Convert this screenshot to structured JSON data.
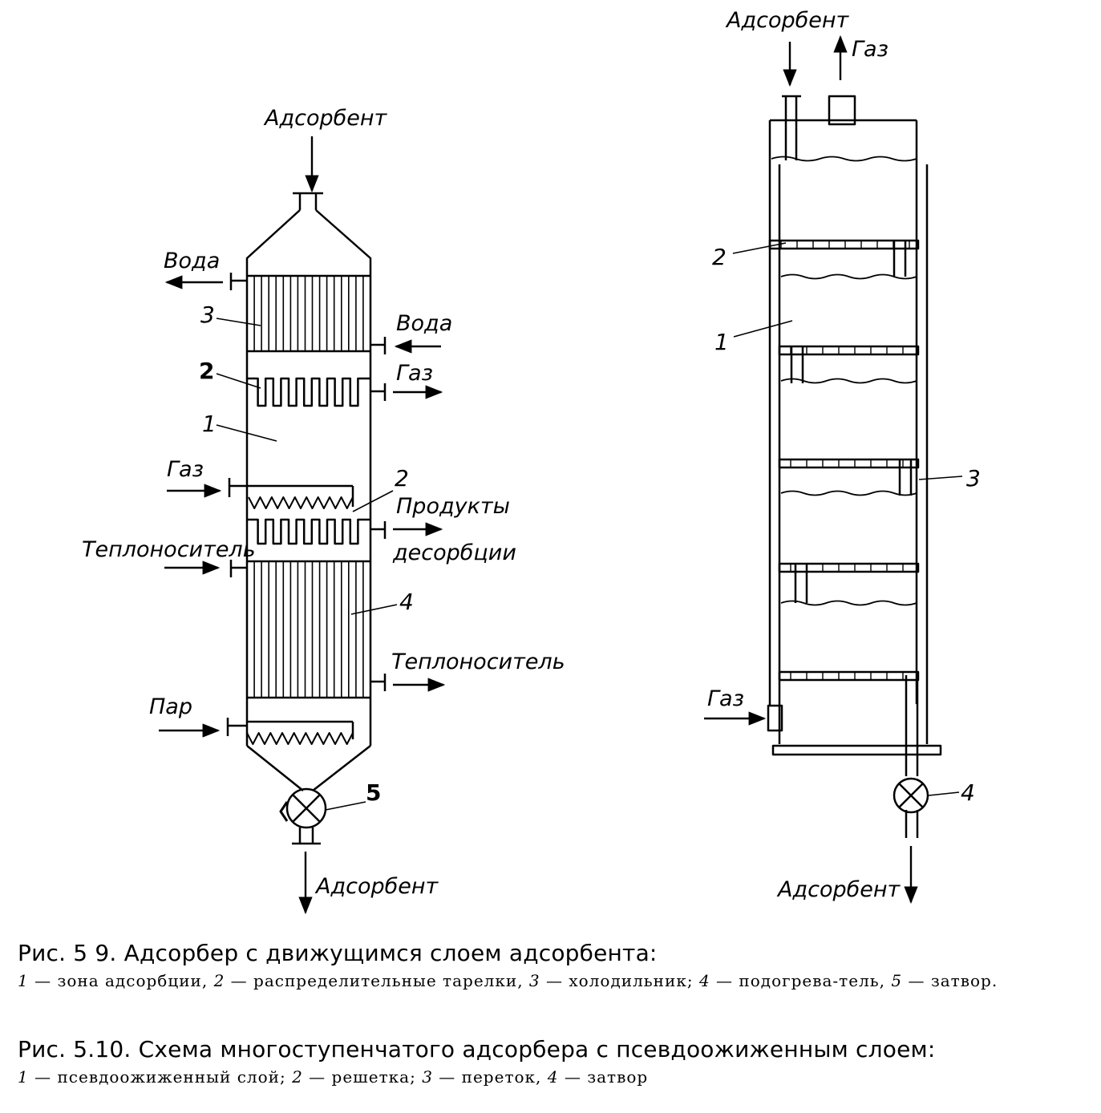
{
  "figure1": {
    "labels": {
      "adsorbent_in": "Адсорбент",
      "water_out": "Вода",
      "water_in": "Вода",
      "gas_out": "Газ",
      "gas_in": "Газ",
      "products_1": "Продукты",
      "products_2": "десорбции",
      "heat_in": "Теплоноситель",
      "heat_out": "Теплоноситель",
      "steam_in": "Пар",
      "adsorbent_out": "Адсорбент"
    },
    "callouts": {
      "n1": "1",
      "n2a": "2",
      "n2b": "2",
      "n3": "3",
      "n4": "4",
      "n5": "5"
    }
  },
  "figure2": {
    "labels": {
      "adsorbent_in": "Адсорбент",
      "gas_out": "Газ",
      "gas_in": "Газ",
      "adsorbent_out": "Адсорбент"
    },
    "callouts": {
      "n1": "1",
      "n2": "2",
      "n3": "3",
      "n4": "4"
    }
  },
  "caption1": {
    "title": "Рис. 5 9. Адсорбер с движущимся слоем адсорбента:",
    "items": [
      {
        "num": "1",
        "text": " — зона адсорбции, "
      },
      {
        "num": "2",
        "text": " — распределительные тарелки, "
      },
      {
        "num": "3",
        "text": " — холодильник; "
      },
      {
        "num": "4",
        "text": " — подогрева-тель, "
      },
      {
        "num": "5",
        "text": " — затвор."
      }
    ]
  },
  "caption2": {
    "title": "Рис. 5.10. Схема многоступенчатого адсорбера с псевдоожиженным слоем:",
    "items": [
      {
        "num": "1",
        "text": " — псевдоожиженный слой; "
      },
      {
        "num": "2",
        "text": " — решетка; "
      },
      {
        "num": "3",
        "text": " — переток, "
      },
      {
        "num": "4",
        "text": " — затвор"
      }
    ]
  }
}
